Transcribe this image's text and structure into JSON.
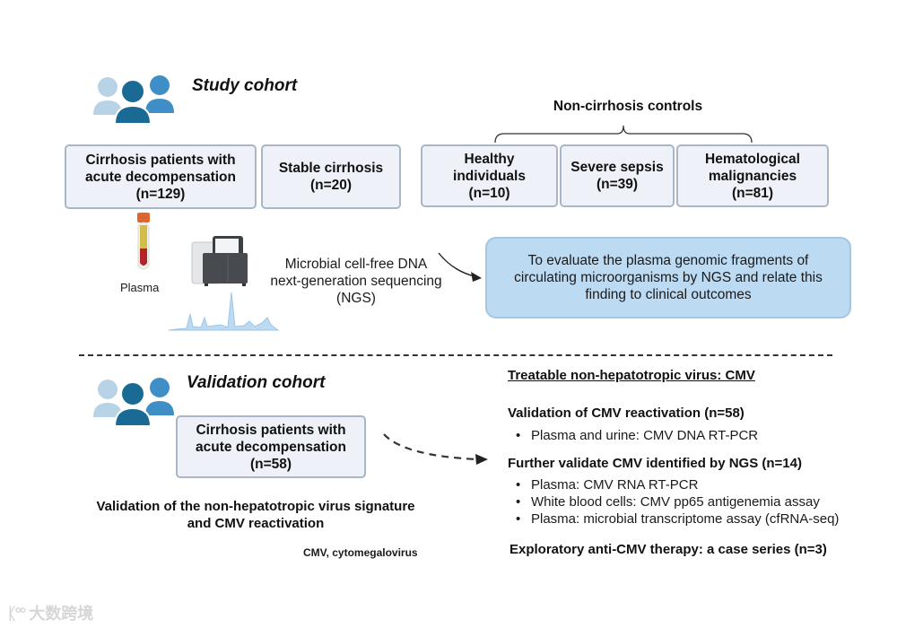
{
  "study_cohort": {
    "title": "Study cohort",
    "icon": "people-group-icon",
    "boxes": [
      {
        "label": "Cirrhosis patients with\nacute decompensation\n(n=129)"
      },
      {
        "label": "Stable cirrhosis\n(n=20)"
      }
    ],
    "controls": {
      "title": "Non-cirrhosis controls",
      "boxes": [
        {
          "label": "Healthy\nindividuals\n(n=10)"
        },
        {
          "label": "Severe sepsis\n(n=39)"
        },
        {
          "label": "Hematological\nmalignancies\n(n=81)"
        }
      ]
    },
    "sample_label": "Plasma",
    "sample_icon": "blood-tube-icon",
    "sequencer_icon": "sequencer-icon",
    "method": "Microbial cell-free DNA\nnext-generation sequencing\n(NGS)",
    "goal": "To evaluate the plasma genomic fragments of\ncirculating microorganisms by NGS and relate this\nfinding to clinical outcomes"
  },
  "validation_cohort": {
    "title": "Validation cohort",
    "icon": "people-group-icon",
    "box": {
      "label": "Cirrhosis patients with\nacute decompensation\n(n=58)"
    },
    "aim": "Validation of  the non-hepatotropic virus signature\nand CMV reactivation",
    "abbrev": "CMV, cytomegalovirus"
  },
  "right_panel": {
    "heading": "Treatable non-hepatotropic virus: CMV",
    "sections": [
      {
        "title": "Validation of CMV reactivation (n=58)",
        "items": [
          "Plasma and urine: CMV DNA  RT-PCR"
        ]
      },
      {
        "title": "Further validate CMV identified by NGS (n=14)",
        "items": [
          "Plasma: CMV RNA RT-PCR",
          "White blood cells: CMV pp65 antigenemia assay",
          "Plasma: microbial transcriptome assay (cfRNA-seq)"
        ]
      },
      {
        "title": "Exploratory anti-CMV therapy: a case series (n=3)",
        "items": []
      }
    ]
  },
  "watermark": "大数跨境",
  "colors": {
    "box_fill": "#eef2f8",
    "box_border": "#a9b6c8",
    "goal_fill": "#bcdaf2",
    "person_light": "#b9d3e6",
    "person_dark": "#1a6a96",
    "person_mid": "#3f8fc6"
  }
}
